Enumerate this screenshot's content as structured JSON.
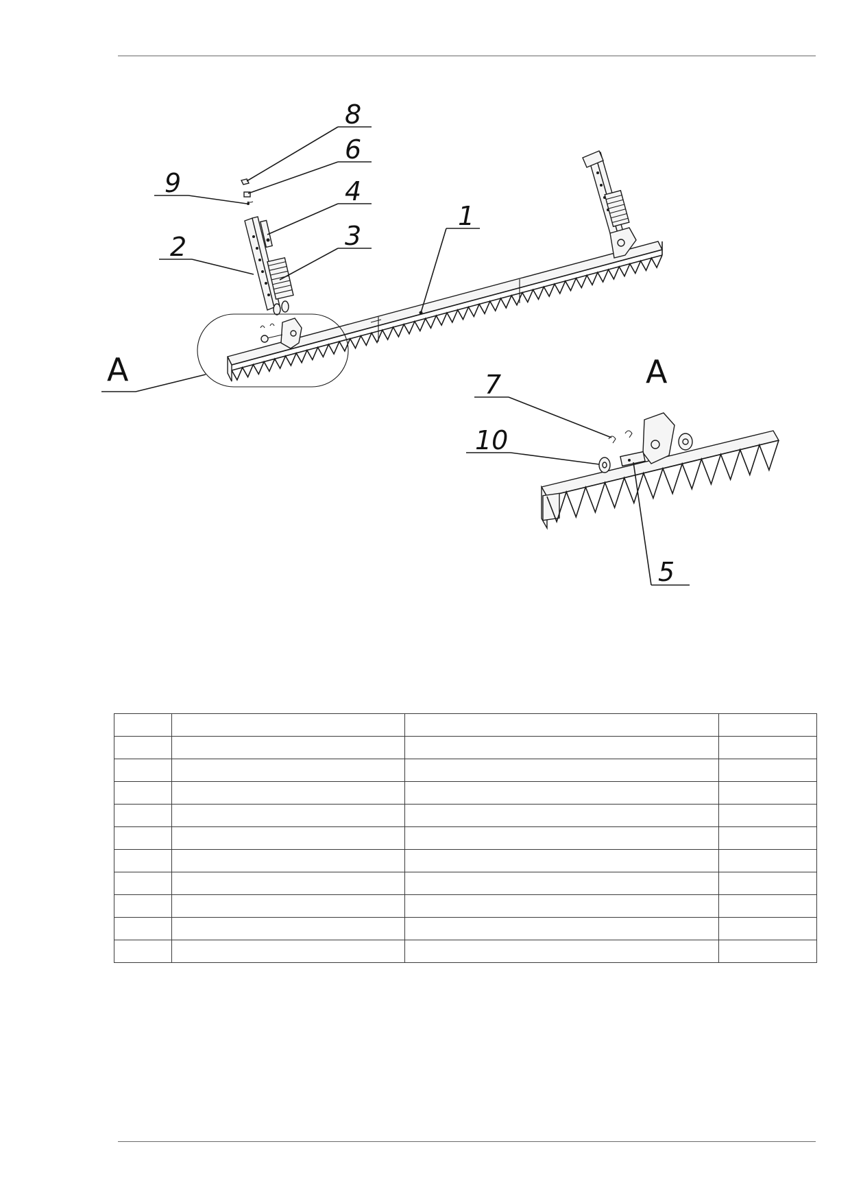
{
  "drawing": {
    "callouts": [
      "1",
      "2",
      "3",
      "4",
      "5",
      "6",
      "7",
      "8",
      "9",
      "10"
    ],
    "view_labels": [
      "A",
      "A"
    ]
  },
  "table": {
    "columns": 4,
    "rows": [
      [
        "",
        "",
        "",
        ""
      ],
      [
        "",
        "",
        "",
        ""
      ],
      [
        "",
        "",
        "",
        ""
      ],
      [
        "",
        "",
        "",
        ""
      ],
      [
        "",
        "",
        "",
        ""
      ],
      [
        "",
        "",
        "",
        ""
      ],
      [
        "",
        "",
        "",
        ""
      ],
      [
        "",
        "",
        "",
        ""
      ],
      [
        "",
        "",
        "",
        ""
      ],
      [
        "",
        "",
        "",
        ""
      ],
      [
        "",
        "",
        "",
        ""
      ]
    ]
  }
}
